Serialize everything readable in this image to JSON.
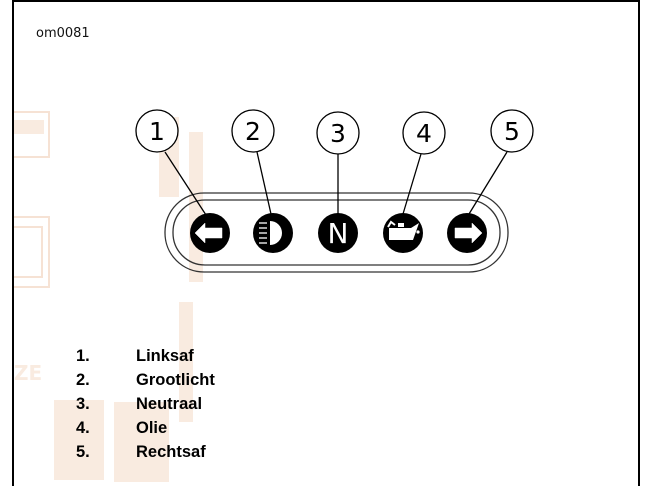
{
  "document": {
    "reference_code": "om0081"
  },
  "diagram": {
    "callouts": [
      {
        "number": "1",
        "icon": "left-arrow-icon"
      },
      {
        "number": "2",
        "icon": "high-beam-icon"
      },
      {
        "number": "3",
        "icon": "neutral-icon",
        "glyph": "N"
      },
      {
        "number": "4",
        "icon": "oil-can-icon"
      },
      {
        "number": "5",
        "icon": "right-arrow-icon"
      }
    ],
    "indicator_color": "#000000"
  },
  "legend": {
    "items": [
      {
        "number": "1.",
        "label": "Linksaf"
      },
      {
        "number": "2.",
        "label": "Grootlicht"
      },
      {
        "number": "3.",
        "label": "Neutraal"
      },
      {
        "number": "4.",
        "label": "Olie"
      },
      {
        "number": "5.",
        "label": "Rechtsaf"
      }
    ]
  },
  "watermark": {
    "color": "#f3d9c8"
  }
}
